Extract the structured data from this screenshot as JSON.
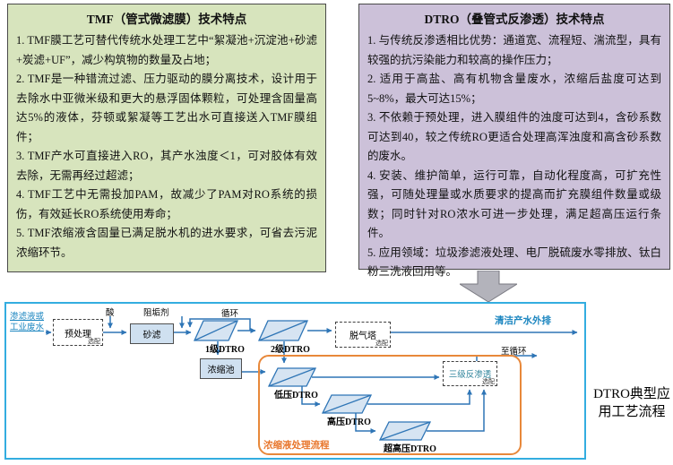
{
  "tmf_box": {
    "title": "TMF（管式微滤膜）技术特点",
    "items": [
      "1. TMF膜工艺可替代传统水处理工艺中“絮凝池+沉淀池+砂滤+炭滤+UF”，减少构筑物的数量及占地；",
      "2. TMF是一种错流过滤、压力驱动的膜分离技术，设计用于去除水中亚微米级和更大的悬浮固体颗粒，可处理含固量高达5%的液体，芬顿或絮凝等工艺出水可直接送入TMF膜组件；",
      "3. TMF产水可直接进入RO，其产水浊度＜1，可对胶体有效去除，无需再经过超滤；",
      "4. TMF工艺中无需投加PAM，故减少了PAM对RO系统的损伤，有效延长RO系统使用寿命；",
      "5. TMF浓缩液含固量已满足脱水机的进水要求，可省去污泥浓缩环节。"
    ]
  },
  "dtro_box": {
    "title": "DTRO（叠管式反渗透）技术特点",
    "items": [
      "1. 与传统反渗透相比优势：通道宽、流程短、湍流型，具有较强的抗污染能力和较高的操作压力；",
      "2. 适用于高盐、高有机物含量废水，浓缩后盐度可达到5~8%，最大可达15%；",
      "3. 不依赖于预处理，进入膜组件的浊度可达到4，含砂系数可达到40，较之传统RO更适合处理高浑浊度和高含砂系数的废水。",
      "4. 安装、维护简单，运行可靠，自动化程度高，可扩充性强，可随处理量或水质要求的提高而扩充膜组件数量或级数；同时针对RO浓水可进一步处理，满足超高压运行条件。",
      "5. 应用领域：垃圾渗滤液处理、电厂脱硫废水零排放、钛白粉三洗液回用等。"
    ]
  },
  "diagram": {
    "feed_line1": "渗滤液或",
    "feed_line2": "工业废水",
    "acid": "酸",
    "antiscalant": "阻垢剂",
    "pretreatment": "预处理",
    "optional": "选配",
    "sand_filter": "砂滤",
    "cycle": "循环",
    "dtro_stage1": "1级DTRO",
    "dtro_stage2": "2级DTRO",
    "degassing_tower": "脱气塔",
    "clean_water_out": "清洁产水外排",
    "concentration_tank": "浓缩池",
    "low_pressure_dtro": "低压DTRO",
    "high_pressure_dtro": "高压DTRO",
    "ultra_high_pressure_dtro": "超高压DTRO",
    "stage3_ro": "三级反渗透",
    "to_cycle": "至循环",
    "concentrate_process_label": "浓缩液处理流程",
    "caption_line1": "DTRO典型应",
    "caption_line2": "用工艺流程"
  },
  "colors": {
    "tmf_panel_bg": "#d7e4bd",
    "dtro_panel_bg": "#ccc1d9",
    "flow_border_blue": "#33ade0",
    "line_blue": "#2e75b6",
    "module_fill": "#d6e4f2",
    "orange_accent": "#e8762c",
    "water_text_blue": "#1c86c0",
    "ro3_text_teal": "#31859c",
    "block_arrow_gray": "#b3b3bb"
  }
}
